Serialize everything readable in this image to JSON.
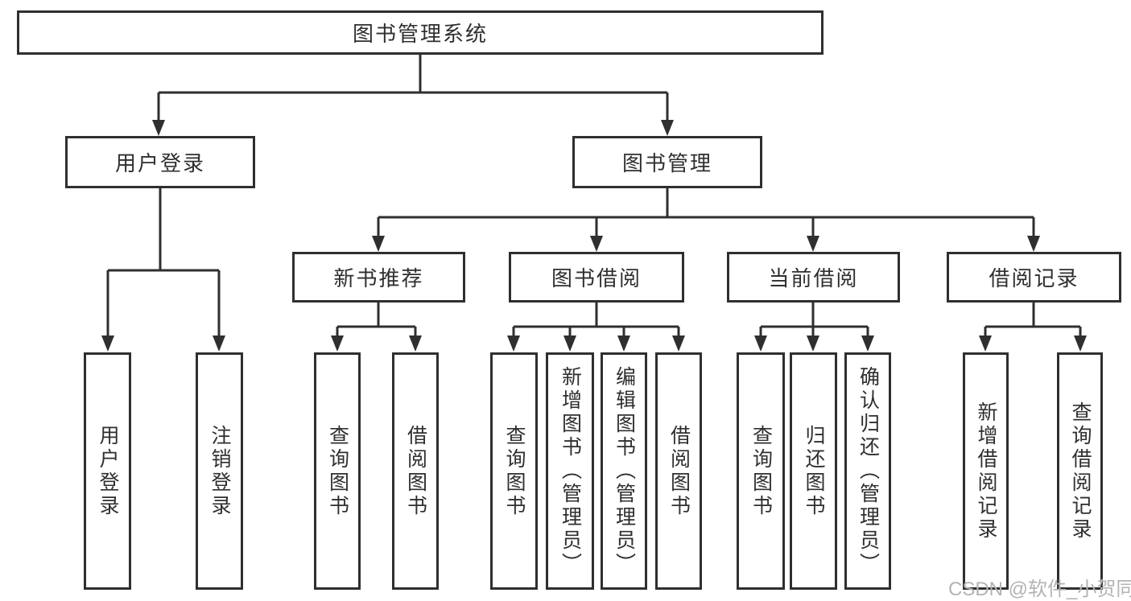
{
  "diagram": {
    "colors": {
      "line": "#2f2f2f",
      "text": "#2f2f2f",
      "box_background": "#ffffff",
      "watermark": "#b3b3b3"
    },
    "root": {
      "label": "图书管理系统"
    },
    "branches": [
      {
        "label": "用户登录",
        "children": [
          {
            "label": "用户登录"
          },
          {
            "label": "注销登录"
          }
        ]
      },
      {
        "label": "图书管理",
        "children": [
          {
            "label": "新书推荐",
            "children": [
              {
                "label": "查询图书"
              },
              {
                "label": "借阅图书"
              }
            ]
          },
          {
            "label": "图书借阅",
            "children": [
              {
                "label": "查询图书"
              },
              {
                "label": "新增图书（管理员）"
              },
              {
                "label": "编辑图书（管理员）"
              },
              {
                "label": "借阅图书"
              }
            ]
          },
          {
            "label": "当前借阅",
            "children": [
              {
                "label": "查询图书"
              },
              {
                "label": "归还图书"
              },
              {
                "label": "确认归还（管理员）"
              }
            ]
          },
          {
            "label": "借阅记录",
            "children": [
              {
                "label": "新增借阅记录"
              },
              {
                "label": "查询借阅记录"
              }
            ]
          }
        ]
      }
    ],
    "watermark": "CSDN @软件_小贺同学"
  }
}
